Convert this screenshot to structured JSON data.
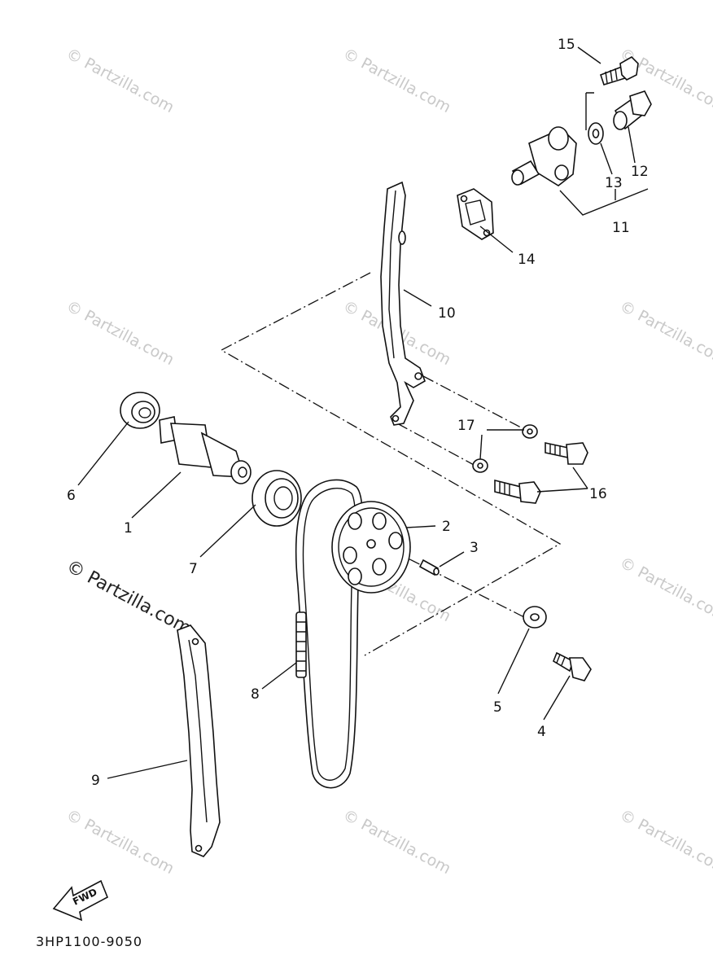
{
  "callouts": [
    {
      "id": "c1",
      "text": "1"
    },
    {
      "id": "c2",
      "text": "2"
    },
    {
      "id": "c3",
      "text": "3"
    },
    {
      "id": "c4",
      "text": "4"
    },
    {
      "id": "c5",
      "text": "5"
    },
    {
      "id": "c6",
      "text": "6"
    },
    {
      "id": "c7",
      "text": "7"
    },
    {
      "id": "c8",
      "text": "8"
    },
    {
      "id": "c9",
      "text": "9"
    },
    {
      "id": "c10",
      "text": "10"
    },
    {
      "id": "c11",
      "text": "11"
    },
    {
      "id": "c12",
      "text": "12"
    },
    {
      "id": "c13",
      "text": "13"
    },
    {
      "id": "c14",
      "text": "14"
    },
    {
      "id": "c15",
      "text": "15"
    },
    {
      "id": "c16",
      "text": "16"
    },
    {
      "id": "c17",
      "text": "17"
    }
  ],
  "watermark": "© Partzilla.com",
  "fwd_label": "FWD",
  "diagram_code": "3HP1100-9050"
}
